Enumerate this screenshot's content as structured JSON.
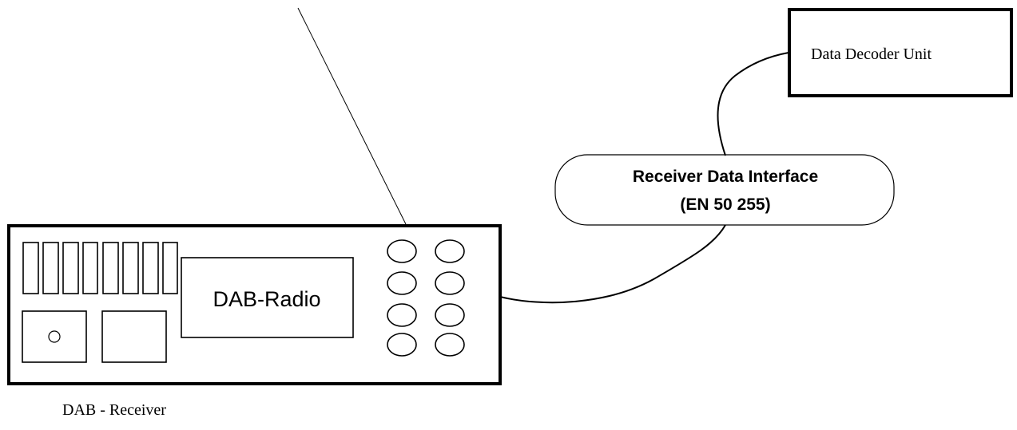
{
  "receiver": {
    "display_label": "DAB-Radio",
    "caption": "DAB - Receiver"
  },
  "interface": {
    "line1": "Receiver Data Interface",
    "line2": "(EN 50 255)"
  },
  "decoder": {
    "label": "Data Decoder Unit"
  },
  "colors": {
    "stroke": "#000000",
    "background": "#ffffff"
  }
}
